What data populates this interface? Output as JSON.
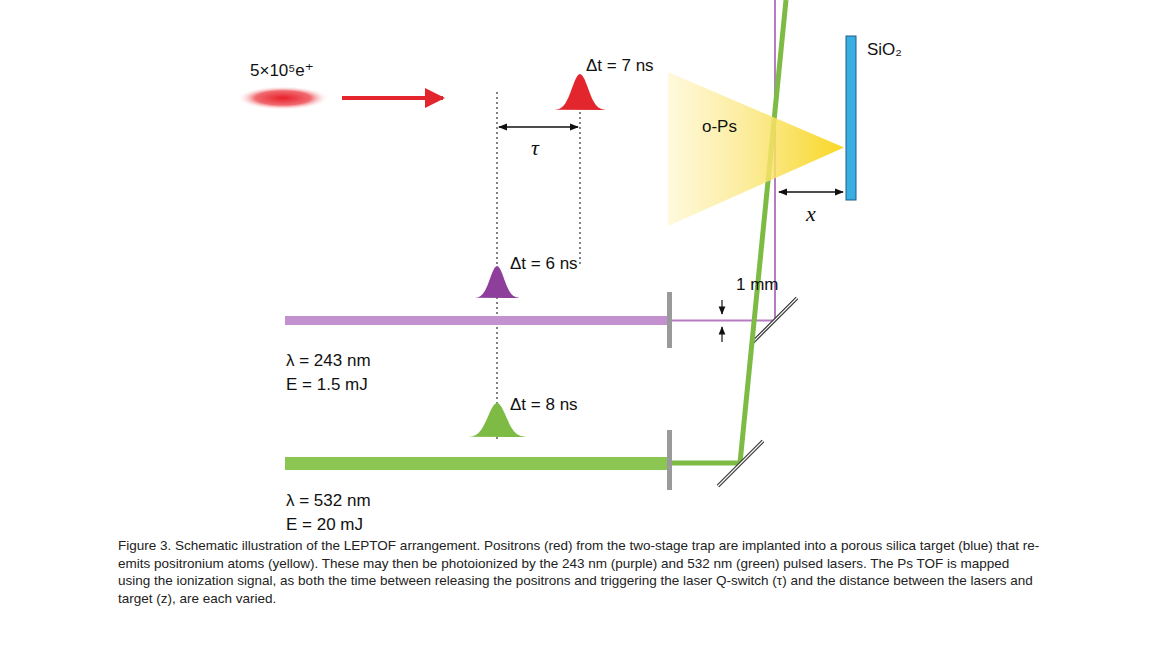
{
  "diagram": {
    "caption": "Figure 3. Schematic illustration of the LEPTOF arrangement. Positrons (red) from the two-stage trap are implanted into a porous silica target (blue) that re-emits positronium atoms (yellow). These may then be photoionized by the 243 nm (purple) and 532 nm (green) pulsed lasers. The Ps TOF is mapped using the ionization signal, as both the time between releasing the positrons and triggering the laser Q-switch (τ) and the distance between the lasers and target (z), are each varied.",
    "nodes": [
      {
        "text": [
          "o-Ps"
        ]
      },
      {
        "text": [
          "SiO₂"
        ]
      }
    ],
    "labels": [
      "5×10⁵e⁺",
      "Δt = 7 ns",
      "τ",
      "x",
      "Δt = 6 ns",
      "1 mm",
      "λ = 243 nm",
      "E = 1.5 mJ",
      "Δt = 8 ns",
      "λ = 532 nm",
      "E = 20 mJ"
    ]
  }
}
